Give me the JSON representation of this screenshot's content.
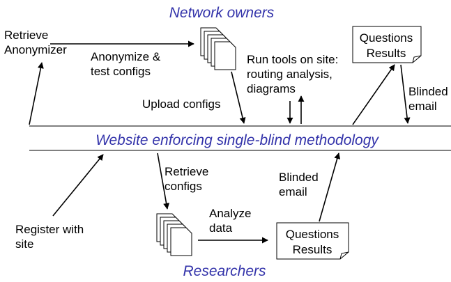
{
  "colors": {
    "accent": "#3333aa",
    "text": "#000000"
  },
  "header": {
    "title": "Network owners"
  },
  "footer": {
    "title": "Researchers"
  },
  "center": {
    "title": "Website enforcing single-blind methodology"
  },
  "steps": {
    "retrieve_anonymizer": [
      "Retrieve",
      "Anonymizer"
    ],
    "anonymize_test": [
      "Anonymize &",
      "test configs"
    ],
    "upload_configs": [
      "Upload configs"
    ],
    "run_tools": [
      "Run tools on site:",
      "routing analysis,",
      "diagrams"
    ],
    "blinded_email_top": [
      "Blinded",
      "email"
    ],
    "retrieve_configs": [
      "Retrieve",
      "configs"
    ],
    "blinded_email_bottom": [
      "Blinded",
      "email"
    ],
    "analyze_data": [
      "Analyze",
      "data"
    ],
    "register": [
      "Register with",
      "site"
    ]
  },
  "boxes": {
    "top": {
      "line1": "Questions",
      "line2": "Results"
    },
    "bottom": {
      "line1": "Questions",
      "line2": "Results"
    }
  }
}
